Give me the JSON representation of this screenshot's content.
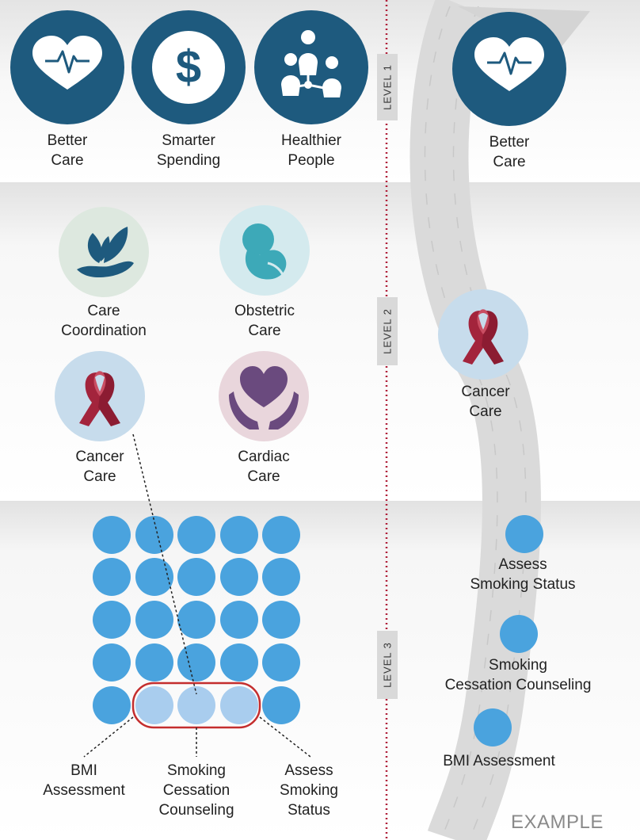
{
  "levels": {
    "level1": "LEVEL 1",
    "level2": "LEVEL 2",
    "level3": "LEVEL 3"
  },
  "level1_icons": {
    "better_care": "Better\nCare",
    "smarter_spending": "Smarter\nSpending",
    "healthier_people": "Healthier\nPeople"
  },
  "level2_icons": {
    "care_coordination": "Care\nCoordination",
    "obstetric_care": "Obstetric\nCare",
    "cancer_care": "Cancer\nCare",
    "cardiac_care": "Cardiac\nCare"
  },
  "level3_labels": {
    "bmi": "BMI\nAssessment",
    "counseling": "Smoking\nCessation\nCounseling",
    "assess": "Assess\nSmoking\nStatus"
  },
  "example": {
    "better_care": "Better\nCare",
    "cancer_care": "Cancer\nCare",
    "assess": "Assess\nSmoking Status",
    "counseling": "Smoking\nCessation Counseling",
    "bmi": "BMI Assessment",
    "tag": "EXAMPLE"
  },
  "icons": [
    "heart-pulse-icon",
    "dollar-icon",
    "people-network-icon",
    "plant-hand-icon",
    "fetus-icon",
    "ribbon-icon",
    "heart-hands-icon"
  ],
  "colors": {
    "navy": "#1e5a7e",
    "dot_blue": "#4aa3de",
    "dot_light": "#a9cdee",
    "highlight": "#c42e2e",
    "ribbon": "#a3243c",
    "divider": "#b0203a"
  }
}
